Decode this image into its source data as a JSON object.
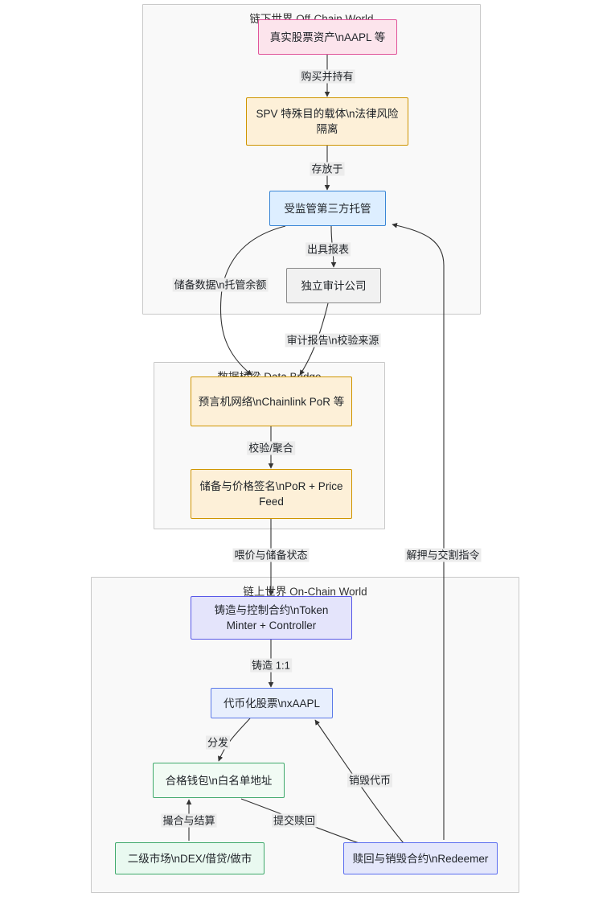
{
  "diagram": {
    "type": "flowchart",
    "direction": "top-down",
    "title": "",
    "clusters": [
      {
        "id": "offchain",
        "label": "链下世界 Off-Chain World"
      },
      {
        "id": "databridge",
        "label": "数据桥梁 Data Bridge"
      },
      {
        "id": "onchain",
        "label": "链上世界 On-Chain World"
      }
    ],
    "nodes": [
      {
        "id": "real-asset",
        "label": "真实股票资产\\nAAPL 等",
        "cluster": "offchain",
        "style": "pink"
      },
      {
        "id": "spv",
        "label": "SPV 特殊目的载体\\n法律风险隔离",
        "cluster": "offchain",
        "style": "orange"
      },
      {
        "id": "custody",
        "label": "受监管第三方托管",
        "cluster": "offchain",
        "style": "blue"
      },
      {
        "id": "auditor",
        "label": "独立审计公司",
        "cluster": "offchain",
        "style": "gray"
      },
      {
        "id": "oracle",
        "label": "预言机网络\\nChainlink PoR 等",
        "cluster": "databridge",
        "style": "orange"
      },
      {
        "id": "feed",
        "label": "储备与价格签名\\nPoR + Price Feed",
        "cluster": "databridge",
        "style": "orange"
      },
      {
        "id": "minter",
        "label": "铸造与控制合约\\nToken Minter + Controller",
        "cluster": "onchain",
        "style": "violet"
      },
      {
        "id": "token",
        "label": "代币化股票\\nxAAPL",
        "cluster": "onchain",
        "style": "lblue"
      },
      {
        "id": "wallet",
        "label": "合格钱包\\n白名单地址",
        "cluster": "onchain",
        "style": "green"
      },
      {
        "id": "secondary",
        "label": "二级市场\\nDEX/借贷/做市",
        "cluster": "onchain",
        "style": "mint"
      },
      {
        "id": "redeemer",
        "label": "赎回与销毁合约\\nRedeemer",
        "cluster": "onchain",
        "style": "periwinkle"
      }
    ],
    "edges": [
      {
        "from": "real-asset",
        "to": "spv",
        "label": "购买并持有"
      },
      {
        "from": "spv",
        "to": "custody",
        "label": "存放于"
      },
      {
        "from": "custody",
        "to": "auditor",
        "label": "出具报表"
      },
      {
        "from": "custody",
        "to": "oracle",
        "label": "储备数据\\n托管余额"
      },
      {
        "from": "auditor",
        "to": "oracle",
        "label": "审计报告\\n校验来源"
      },
      {
        "from": "oracle",
        "to": "feed",
        "label": "校验/聚合"
      },
      {
        "from": "feed",
        "to": "minter",
        "label": "喂价与储备状态"
      },
      {
        "from": "minter",
        "to": "token",
        "label": "铸造 1:1"
      },
      {
        "from": "token",
        "to": "wallet",
        "label": "分发"
      },
      {
        "from": "secondary",
        "to": "wallet",
        "label": "撮合与结算"
      },
      {
        "from": "wallet",
        "to": "redeemer",
        "label": "提交赎回"
      },
      {
        "from": "redeemer",
        "to": "token",
        "label": "销毁代币"
      },
      {
        "from": "redeemer",
        "to": "custody",
        "label": "解押与交割指令"
      }
    ],
    "colors": {
      "pink_fill": "#fce4ec",
      "pink_border": "#e0559a",
      "orange_fill": "#fdf0d8",
      "orange_border": "#cf9500",
      "blue_fill": "#ddeeff",
      "blue_border": "#3a86d6",
      "gray_fill": "#f1f1f1",
      "gray_border": "#8a8a8a",
      "violet_fill": "#e4e4fb",
      "violet_border": "#5757e8",
      "green_fill": "#f1fbf4",
      "green_border": "#3fa96b",
      "cluster_fill": "#f9f9f9",
      "cluster_border": "#c9c9c9",
      "edge_stroke": "#333333",
      "label_bg": "#ececec"
    }
  }
}
